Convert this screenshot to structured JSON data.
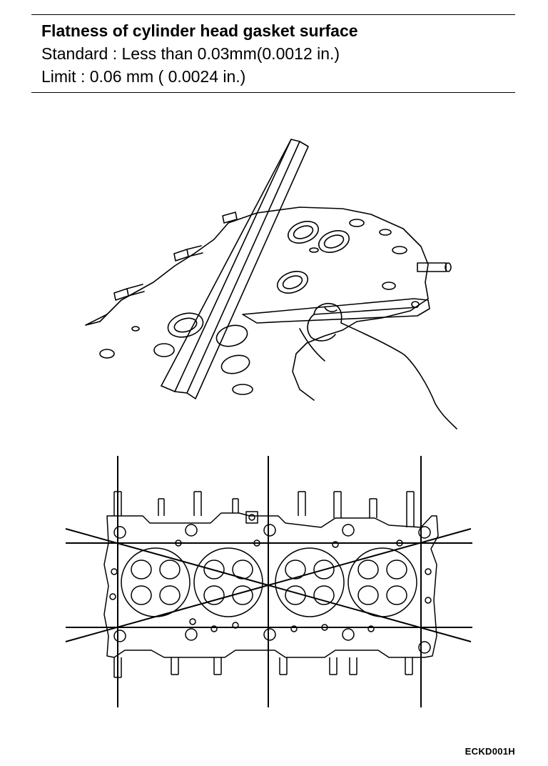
{
  "header": {
    "title": "Flatness of cylinder head gasket surface",
    "standard": "Standard : Less than 0.03mm(0.0012 in.)",
    "limit": "Limit : 0.06 mm ( 0.0024 in.)"
  },
  "figure_code": "ECKD001H",
  "measurement_lines": {
    "vertical": 3,
    "horizontal": 2,
    "diagonal": 2
  }
}
